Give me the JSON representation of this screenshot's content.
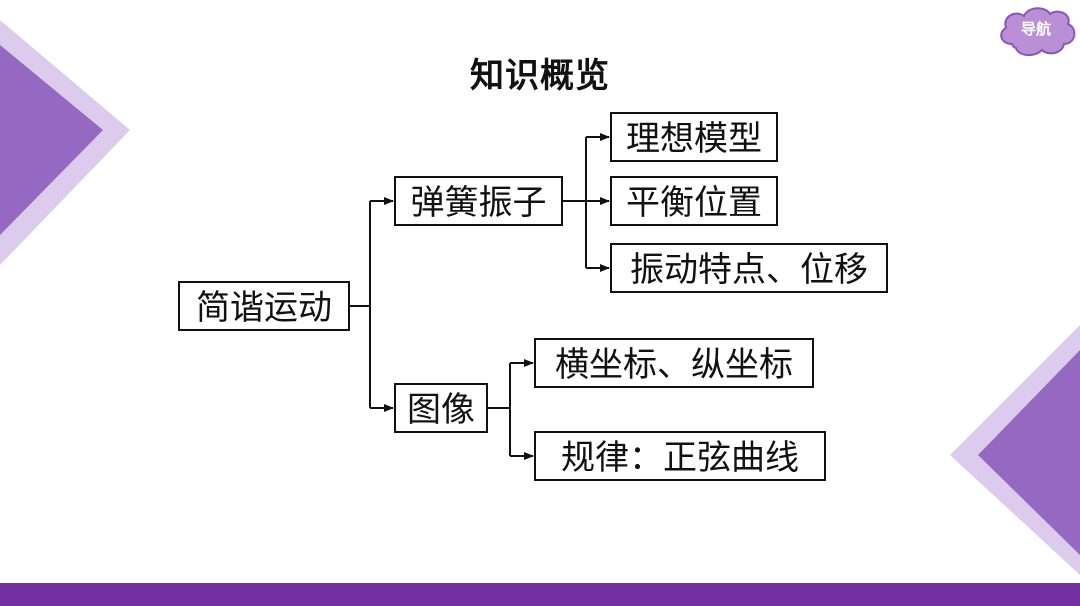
{
  "title": "知识概览",
  "nav_label": "导航",
  "colors": {
    "accent": "#7230a0",
    "deco_dark": "#8b5eb8",
    "deco_light": "#d9c8ea",
    "nav_fill": "#b98fd6"
  },
  "diagram": {
    "root": "简谐运动",
    "branch_1": {
      "label": "弹簧振子",
      "children": [
        "理想模型",
        "平衡位置",
        "振动特点、位移"
      ]
    },
    "branch_2": {
      "label": "图像",
      "children": [
        "横坐标、纵坐标",
        "规律：正弦曲线"
      ]
    }
  }
}
